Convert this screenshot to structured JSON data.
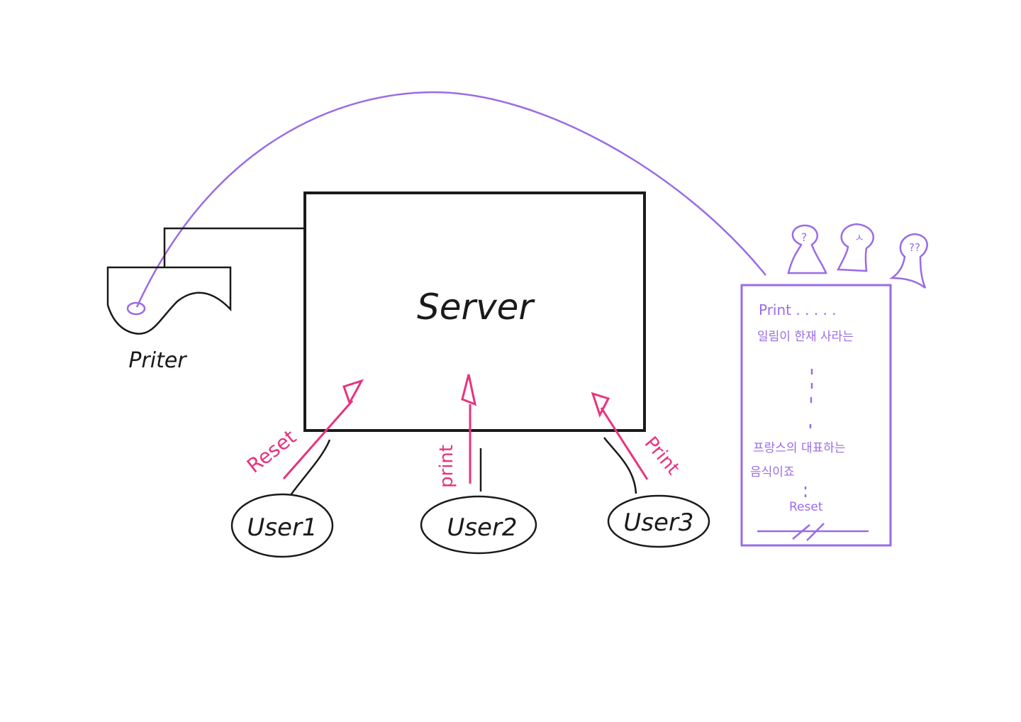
{
  "server": {
    "label": "Server"
  },
  "printer": {
    "label": "Priter"
  },
  "users": [
    {
      "label": "User1"
    },
    {
      "label": "User2"
    },
    {
      "label": "User3"
    }
  ],
  "actions": [
    {
      "label": "Reset"
    },
    {
      "label": "print"
    },
    {
      "label": "Print"
    }
  ],
  "printout": {
    "lines": [
      "Print . . . . .",
      "일림이 한재 사라는",
      "프랑스의 대표하는",
      "음식이죠",
      "Reset"
    ]
  },
  "people": {
    "bubbles": [
      "?",
      "ㅅ",
      "??"
    ]
  },
  "colors": {
    "ink": "#1a1a1a",
    "pink": "#e8337d",
    "purple": "#9a6be6"
  }
}
